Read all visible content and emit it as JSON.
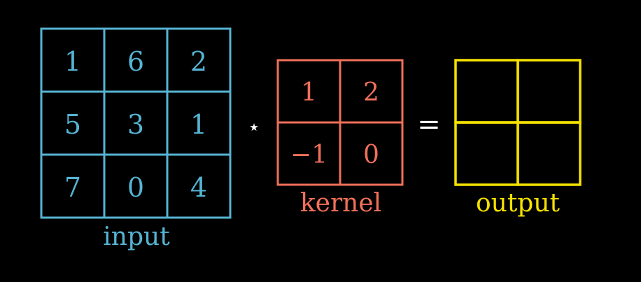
{
  "colors": {
    "background": "#000000",
    "input": "#56b4d3",
    "kernel": "#f0705a",
    "output": "#f4e100",
    "operator": "#ffffff"
  },
  "input": {
    "label": "input",
    "cells": [
      [
        "1",
        "6",
        "2"
      ],
      [
        "5",
        "3",
        "1"
      ],
      [
        "7",
        "0",
        "4"
      ]
    ]
  },
  "convolution_symbol": "⋆",
  "kernel": {
    "label": "kernel",
    "cells": [
      [
        "1",
        "2"
      ],
      [
        "−1",
        "0"
      ]
    ]
  },
  "equals_symbol": "=",
  "output": {
    "label": "output",
    "cells": [
      [
        "",
        ""
      ],
      [
        "",
        ""
      ]
    ]
  }
}
